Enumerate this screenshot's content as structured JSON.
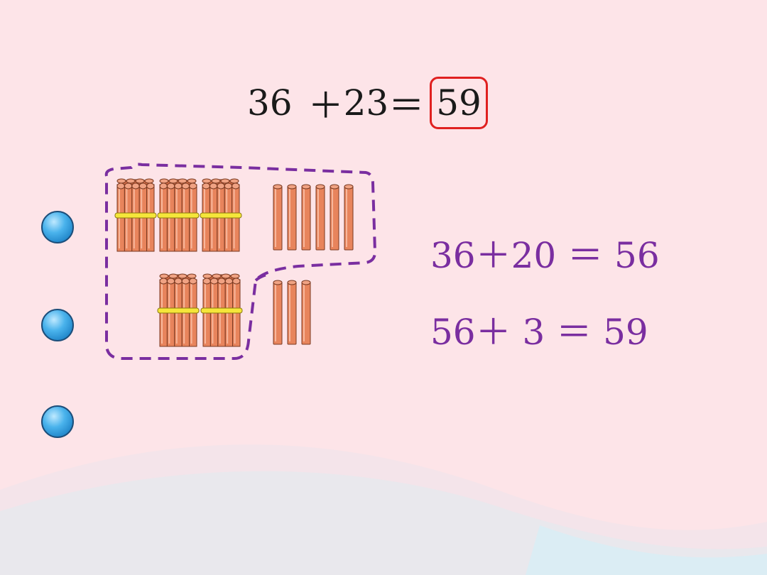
{
  "main_equation": {
    "a": "36",
    "op": "＋",
    "b": "23",
    "eq": "＝",
    "answer": "59"
  },
  "steps": [
    {
      "text": "36＋20 ＝ 56"
    },
    {
      "text": "56＋ 3  ＝ 59"
    }
  ],
  "counters": {
    "top_bundles": 3,
    "top_singles": 6,
    "bottom_bundles": 2,
    "bottom_singles": 3
  },
  "colors": {
    "background": "#fde4e8",
    "equation_text": "#1a1a1a",
    "answer_box": "#e02020",
    "step_text": "#7a2ea0",
    "dashed_outline": "#7a2ea0",
    "stick": "#e8845c",
    "band": "#f5e63a",
    "bullet": "#3aa6e6"
  }
}
